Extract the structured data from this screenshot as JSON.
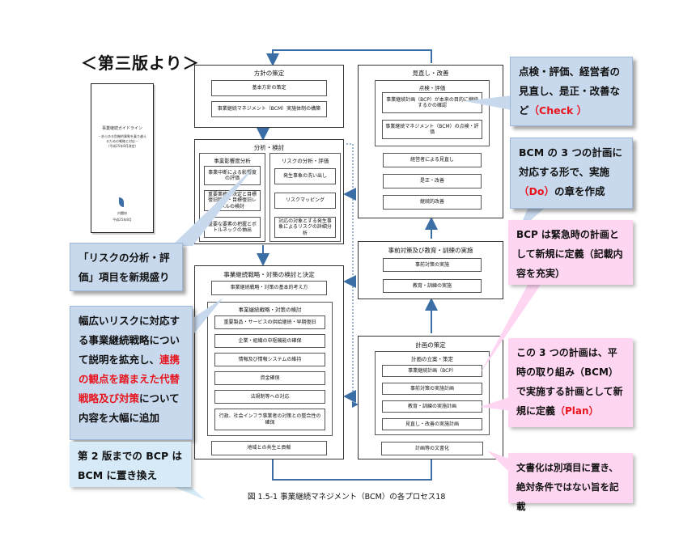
{
  "heading": "＜第三版より＞",
  "cover": {
    "title": "事業継続ガイドライン",
    "subtitle": "－あらゆる危機的事象を乗り越えるための戦略と対応－",
    "edition": "（平成25年8月改定）",
    "org": "内閣府",
    "date": "平成25年8月"
  },
  "diagram": {
    "policy": {
      "title": "方針の策定",
      "items": [
        "基本方針の策定",
        "事業継続マネジメント（BCM）実施体制の構築"
      ]
    },
    "analysis": {
      "title": "分析・検討",
      "bia": {
        "label": "事業影響度分析",
        "items": [
          "事業中断による影響度の評価",
          "重要業務の決定と目標復旧時間・目標復旧レベルの検討",
          "重要な要素の把握とボトルネックの抽出"
        ]
      },
      "risk": {
        "label": "リスクの分析・評価",
        "items": [
          "発生事象の洗い出し",
          "リスクマッピング",
          "対応の対象とする発生事象によるリスクの詳細分析"
        ]
      }
    },
    "strategy": {
      "title": "事業継続戦略・対策の検討と決定",
      "basic": "事業継続戦略・対策の基本的考え方",
      "detail_label": "事業継続戦略・対策の検討",
      "items": [
        "重要製品・サービスの供給継続・早期復旧",
        "企業・組織の中枢機能の確保",
        "情報及び情報システムの維持",
        "資金確保",
        "法規制等への対応",
        "行政、社会インフラ事業者の対策との整合性の確保"
      ],
      "community": "地域との共生と貢献"
    },
    "plan": {
      "title": "計画の策定",
      "sub_label": "計画の立案・策定",
      "items": [
        "事業継続計画（BCP）",
        "事前対策の実施計画",
        "教育・訓練の実施計画",
        "見直し・改善の実施計画"
      ],
      "doc": "計画等の文書化"
    },
    "implement": {
      "title": "事前対策及び教育・訓練の実施",
      "items": [
        "事前対策の実施",
        "教育・訓練の実施"
      ]
    },
    "review": {
      "title": "見直し・改善",
      "sub_label": "点検・評価",
      "items": [
        "事業継続計画（BCP）が本来の目的に継続するかの確認",
        "事業継続マネジメント（BCM）の点検・評価"
      ],
      "others": [
        "経営者による見直し",
        "是正・改善",
        "継続的改善"
      ]
    },
    "caption": "図 1.5-1 事業継続マネジメント（BCM）の各プロセス18"
  },
  "callouts": {
    "check": {
      "text": "点検・評価、経営者の見直し、是正・改善など",
      "highlight": "（Check ）"
    },
    "do": {
      "text": "BCM の 3 つの計画に対応する形で、実施",
      "highlight": "（Do）",
      "tail": "の章を作成"
    },
    "bcp": {
      "text": "BCP は緊急時の計画として新規に定義（記載内容を充実）"
    },
    "plan": {
      "text": "この 3 つの計画は、平時の取り組み（BCM）で実施する計画として新規に定義",
      "highlight": "（Plan）"
    },
    "doc": {
      "text": "文書化は別項目に置き、絶対条件ではない旨を記載"
    },
    "risk": {
      "text": "「リスクの分析・評価」項目を新規盛り"
    },
    "strategy": {
      "text1": "幅広いリスクに対応する事業継続戦略について説明を拡充し、",
      "highlight": "連携の観点を踏まえた代替戦略及び対策",
      "text2": "について内容を大幅に追加"
    },
    "bcm": {
      "text": "第 2 版までの BCP は BCM に置き換え"
    }
  },
  "colors": {
    "callout_blue": "#c8d9ee",
    "callout_light_blue": "#d6eaf8",
    "callout_pink": "#ffd6f2",
    "highlight_red": "#e8141e",
    "flow_arrow": "#3a6ea5"
  }
}
